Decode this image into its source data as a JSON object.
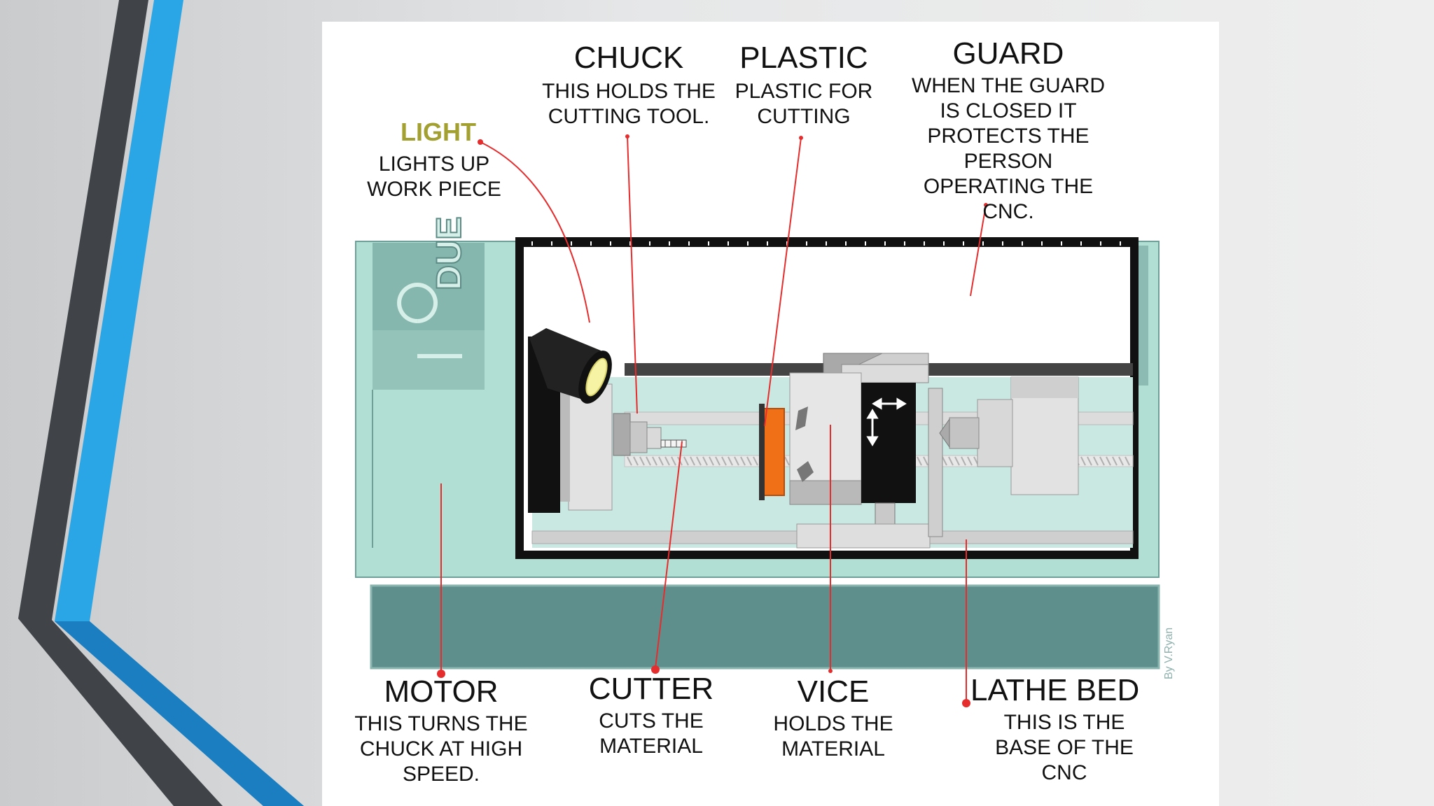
{
  "labels": {
    "chuck": {
      "title": "CHUCK",
      "desc": [
        "THIS HOLDS THE",
        "CUTTING TOOL."
      ]
    },
    "plastic": {
      "title": "PLASTIC",
      "desc": [
        "PLASTIC FOR",
        "CUTTING"
      ]
    },
    "guard": {
      "title": "GUARD",
      "desc": [
        "WHEN THE GUARD",
        "IS CLOSED IT",
        "PROTECTS THE",
        "PERSON",
        "OPERATING THE",
        "CNC."
      ]
    },
    "light": {
      "title": "LIGHT",
      "desc": [
        "LIGHTS UP",
        "WORK PIECE"
      ]
    },
    "motor": {
      "title": "MOTOR",
      "desc": [
        "THIS TURNS THE",
        "CHUCK AT HIGH",
        "SPEED."
      ]
    },
    "cutter": {
      "title": "CUTTER",
      "desc": [
        "CUTS THE",
        "MATERIAL"
      ]
    },
    "vice": {
      "title": "VICE",
      "desc": [
        "HOLDS THE",
        "MATERIAL"
      ]
    },
    "lathe_bed": {
      "title": "LATHE BED",
      "desc": [
        "THIS IS THE",
        "BASE OF THE",
        "CNC"
      ]
    }
  },
  "machine": {
    "brand_text": "DUE",
    "credit": "By V.Ryan"
  },
  "colors": {
    "leader_line": "#e52d2d",
    "machine_body": "#b2dfd3",
    "machine_panel": "#5e8f8c",
    "frame": "#111111",
    "plastic": "#f07017",
    "light_label": "#a3a032",
    "accent_blue": "#2aa6e6",
    "accent_dark": "#404347"
  }
}
